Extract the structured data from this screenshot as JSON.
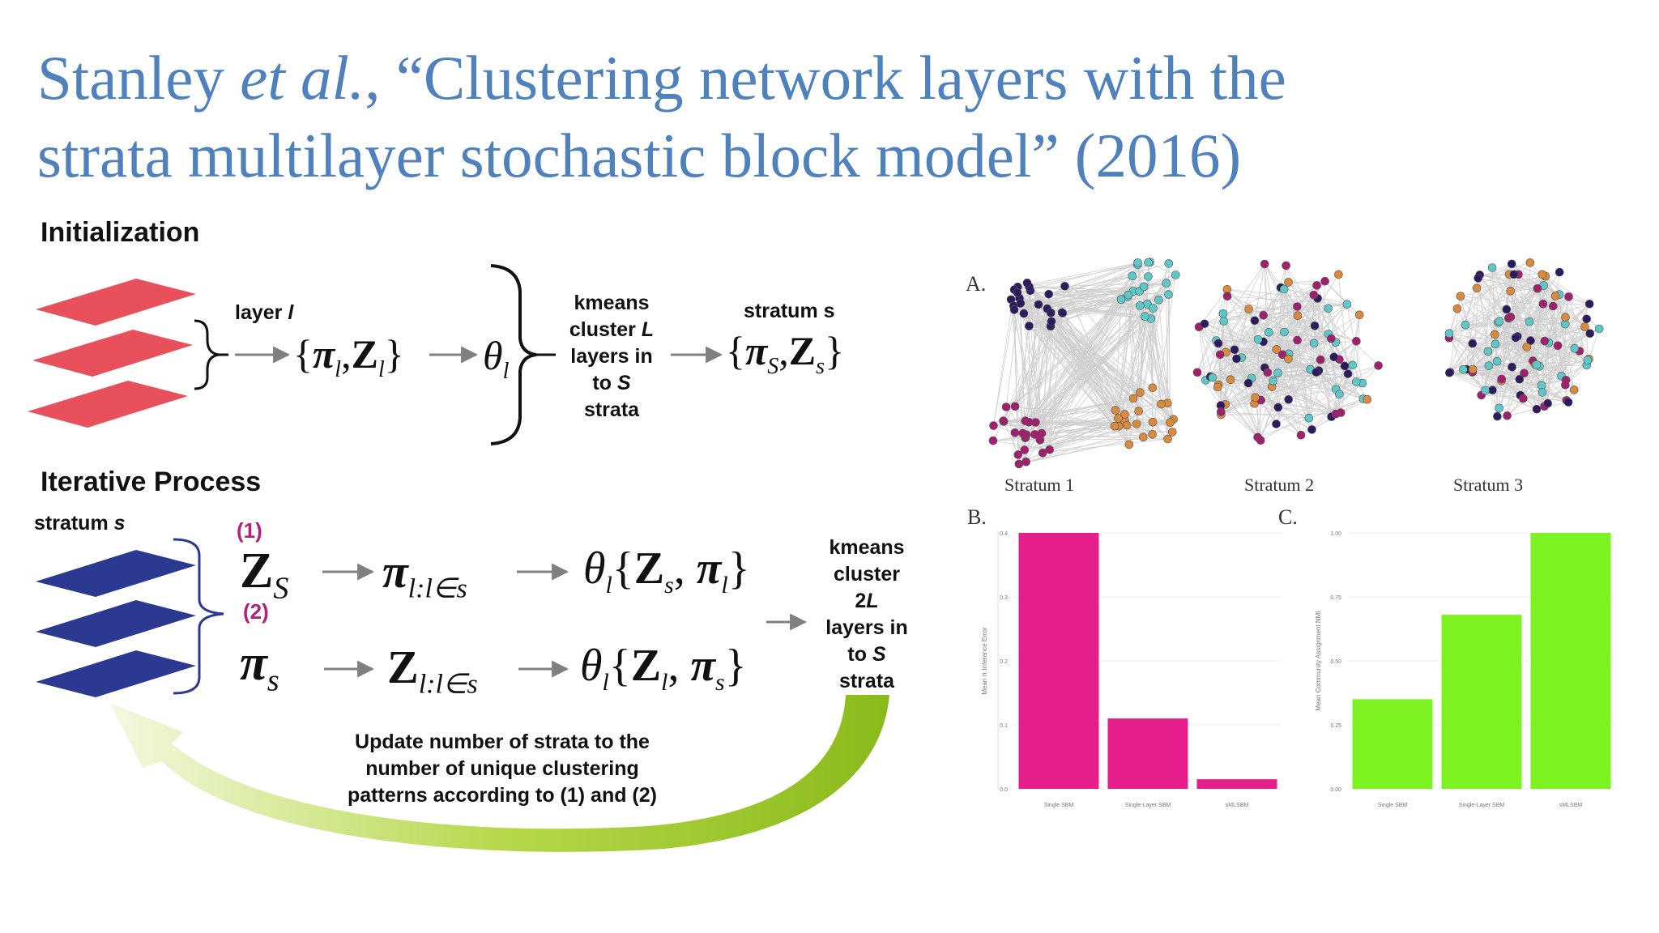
{
  "title": {
    "part1": "Stanley ",
    "etal": "et al.",
    "part2": ", “Clustering network layers with the",
    "line2": "strata multilayer stochastic block model” (2016)"
  },
  "init": {
    "heading": "Initialization",
    "layer_label": "layer",
    "layer_var": "l",
    "kmeans": [
      "kmeans",
      "cluster",
      "L",
      "layers in",
      "to",
      "S",
      "strata"
    ],
    "stratum_label": "stratum s"
  },
  "iter": {
    "heading": "Iterative Process",
    "stratum_label": "stratum",
    "stratum_var": "s",
    "tag1": "(1)",
    "tag2": "(2)",
    "kmeans": [
      "kmeans",
      "cluster",
      "2",
      "L",
      "layers in",
      "to",
      "S",
      "strata"
    ],
    "update": [
      "Update number of strata to the",
      "number of unique clustering",
      "patterns according to (1) and (2)"
    ]
  },
  "figure": {
    "panel_a": "A.",
    "panel_b": "B.",
    "panel_c": "C.",
    "strata_captions": [
      "Stratum 1",
      "Stratum 2",
      "Stratum 3"
    ]
  },
  "colors": {
    "title": "#4f81bd",
    "red_layer": "#e8505b",
    "blue_layer": "#2b3990",
    "arrow_gray": "#808080",
    "green_arrow": "#8dc21f",
    "bar_magenta": "#e61e8c",
    "bar_green": "#7cf320",
    "node_purple": "#2e1a5e",
    "node_cyan": "#5ec8c8",
    "node_magenta": "#a0206e",
    "node_orange": "#d98a3c"
  },
  "chart_data": [
    {
      "type": "bar",
      "panel": "B.",
      "categories": [
        "Single SBM",
        "Single-Layer SBM",
        "sMLSBM"
      ],
      "values": [
        0.4,
        0.11,
        0.015
      ],
      "ylim": [
        0,
        0.4
      ],
      "yticks": [
        "0.0",
        "0.1",
        "0.2",
        "0.3",
        "0.4"
      ],
      "ylabel": "Mean π Inference Error"
    },
    {
      "type": "bar",
      "panel": "C.",
      "categories": [
        "Single SBM",
        "Single-Layer SBM",
        "sMLSBM"
      ],
      "values": [
        0.35,
        0.68,
        1.0
      ],
      "ylim": [
        0,
        1.0
      ],
      "yticks": [
        "0.00",
        "0.25",
        "0.50",
        "0.75",
        "1.00"
      ],
      "ylabel": "Mean Community Assignment NMI"
    }
  ]
}
